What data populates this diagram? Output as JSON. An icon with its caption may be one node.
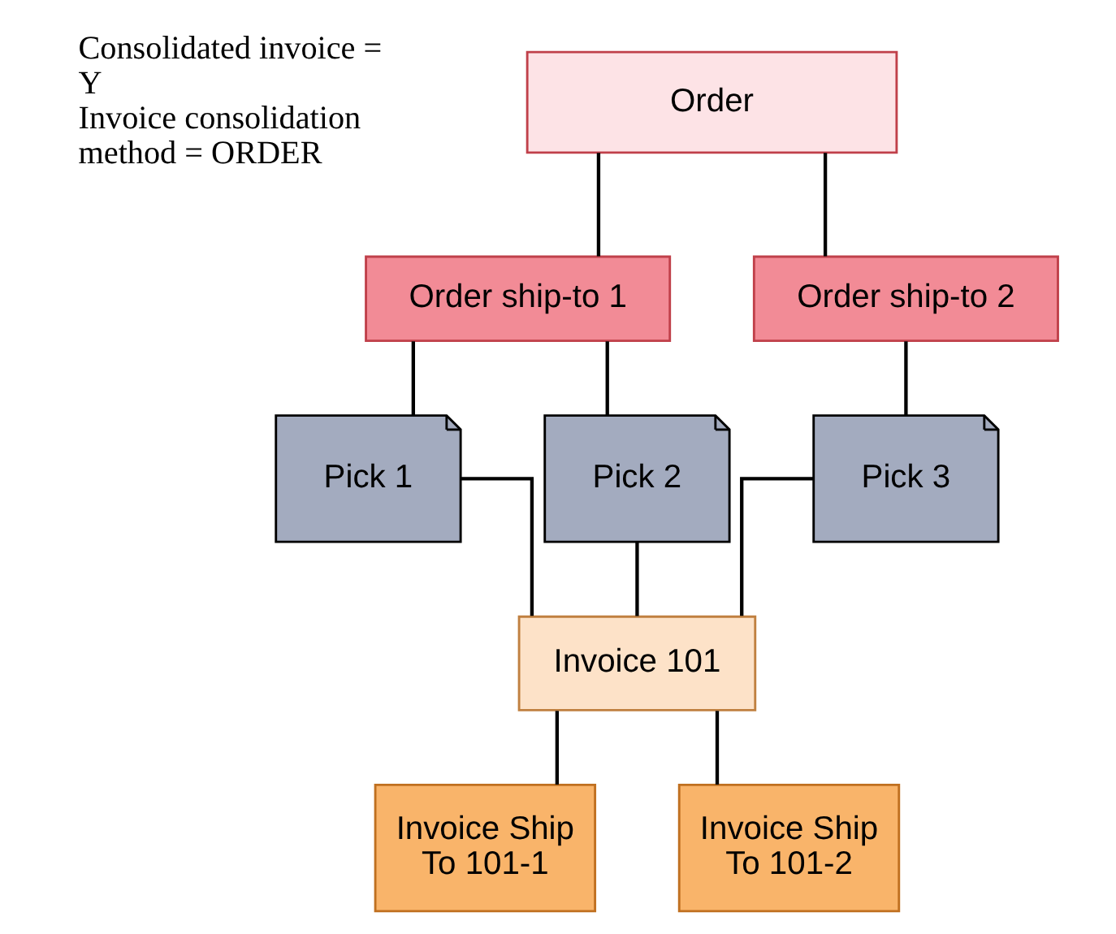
{
  "diagram": {
    "nodes": [
      {
        "text": [
          "Order"
        ]
      },
      {
        "text": [
          "Order ship-to 1"
        ]
      },
      {
        "text": [
          "Order ship-to 2"
        ]
      },
      {
        "text": [
          "Pick 1"
        ]
      },
      {
        "text": [
          "Pick 2"
        ]
      },
      {
        "text": [
          "Pick 3"
        ]
      },
      {
        "text": [
          "Invoice 101"
        ]
      },
      {
        "text": [
          "Invoice Ship To 101-1"
        ]
      },
      {
        "text": [
          "Invoice Ship To 101-2"
        ]
      }
    ],
    "edges": [
      {
        "from": 0,
        "to": 1,
        "arrow": "none"
      },
      {
        "from": 0,
        "to": 2,
        "arrow": "none"
      },
      {
        "from": 1,
        "to": 3,
        "arrow": "none"
      },
      {
        "from": 1,
        "to": 4,
        "arrow": "none"
      },
      {
        "from": 2,
        "to": 5,
        "arrow": "none"
      },
      {
        "from": 3,
        "to": 6,
        "arrow": "none"
      },
      {
        "from": 4,
        "to": 6,
        "arrow": "none"
      },
      {
        "from": 5,
        "to": 6,
        "arrow": "none"
      },
      {
        "from": 6,
        "to": 7,
        "arrow": "none"
      },
      {
        "from": 6,
        "to": 8,
        "arrow": "none"
      }
    ],
    "labels": [
      "Consolidated invoice = Y",
      "Invoice consolidation method = ORDER"
    ]
  }
}
